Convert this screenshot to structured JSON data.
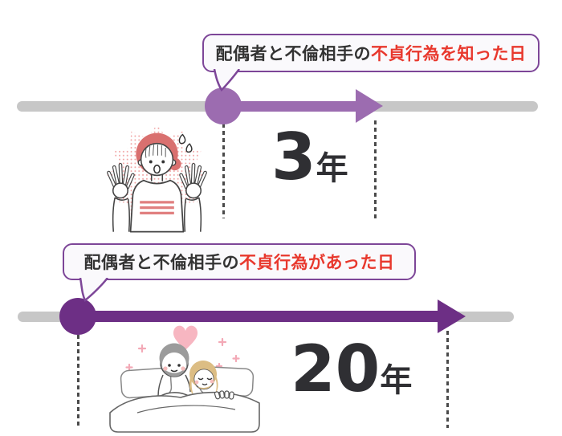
{
  "colors": {
    "accent_light_purple": "#9c6cb0",
    "accent_dark_purple": "#6d2f85",
    "bubble_border_purple": "#7d4698",
    "track_gray": "#c7c7c7",
    "text_dark": "#333333",
    "text_red": "#e8382d"
  },
  "sections": [
    {
      "bubble": {
        "text_black": "配偶者と不倫相手の",
        "text_red": "不貞行為を知った日"
      },
      "duration": {
        "value": "3",
        "unit": "年"
      },
      "illustration": "shocked-woman"
    },
    {
      "bubble": {
        "text_black": "配偶者と不倫相手の",
        "text_red": "不貞行為があった日"
      },
      "duration": {
        "value": "20",
        "unit": "年"
      },
      "illustration": "couple-in-bed"
    }
  ]
}
